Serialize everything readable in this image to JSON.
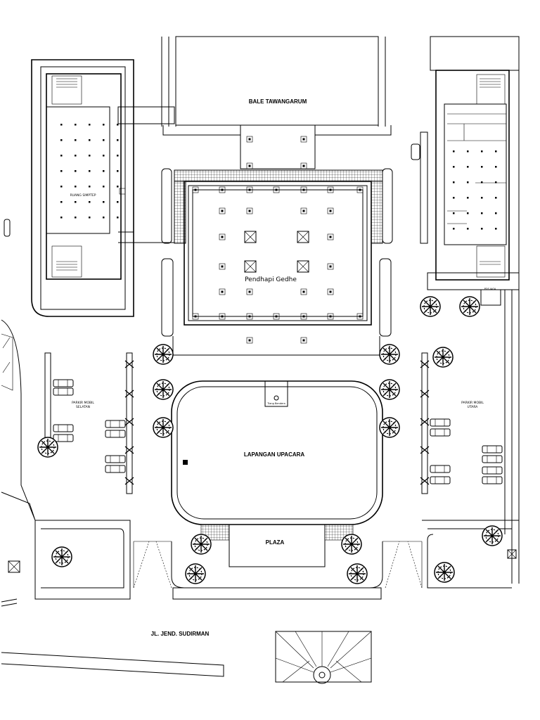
{
  "labels": {
    "bale": "BALE TAWANGARUM",
    "ruang": "RUANG SIMPTEP",
    "pendhapi": "Pendhapi Gedhe",
    "parkir_selatan_1": "PARKIR MOBIL",
    "parkir_selatan_2": "SELATAN",
    "tiang": "Tiang Bendera",
    "lapangan": "LAPANGAN UPACARA",
    "parkir_utara_1": "PARKIR MOBIL",
    "parkir_utara_2": "UTARA",
    "plaza": "PLAZA",
    "jalan": "JL. JEND. SUDIRMAN",
    "pos": "POS JAGA"
  },
  "colors": {
    "line": "#000000",
    "background": "#ffffff"
  }
}
